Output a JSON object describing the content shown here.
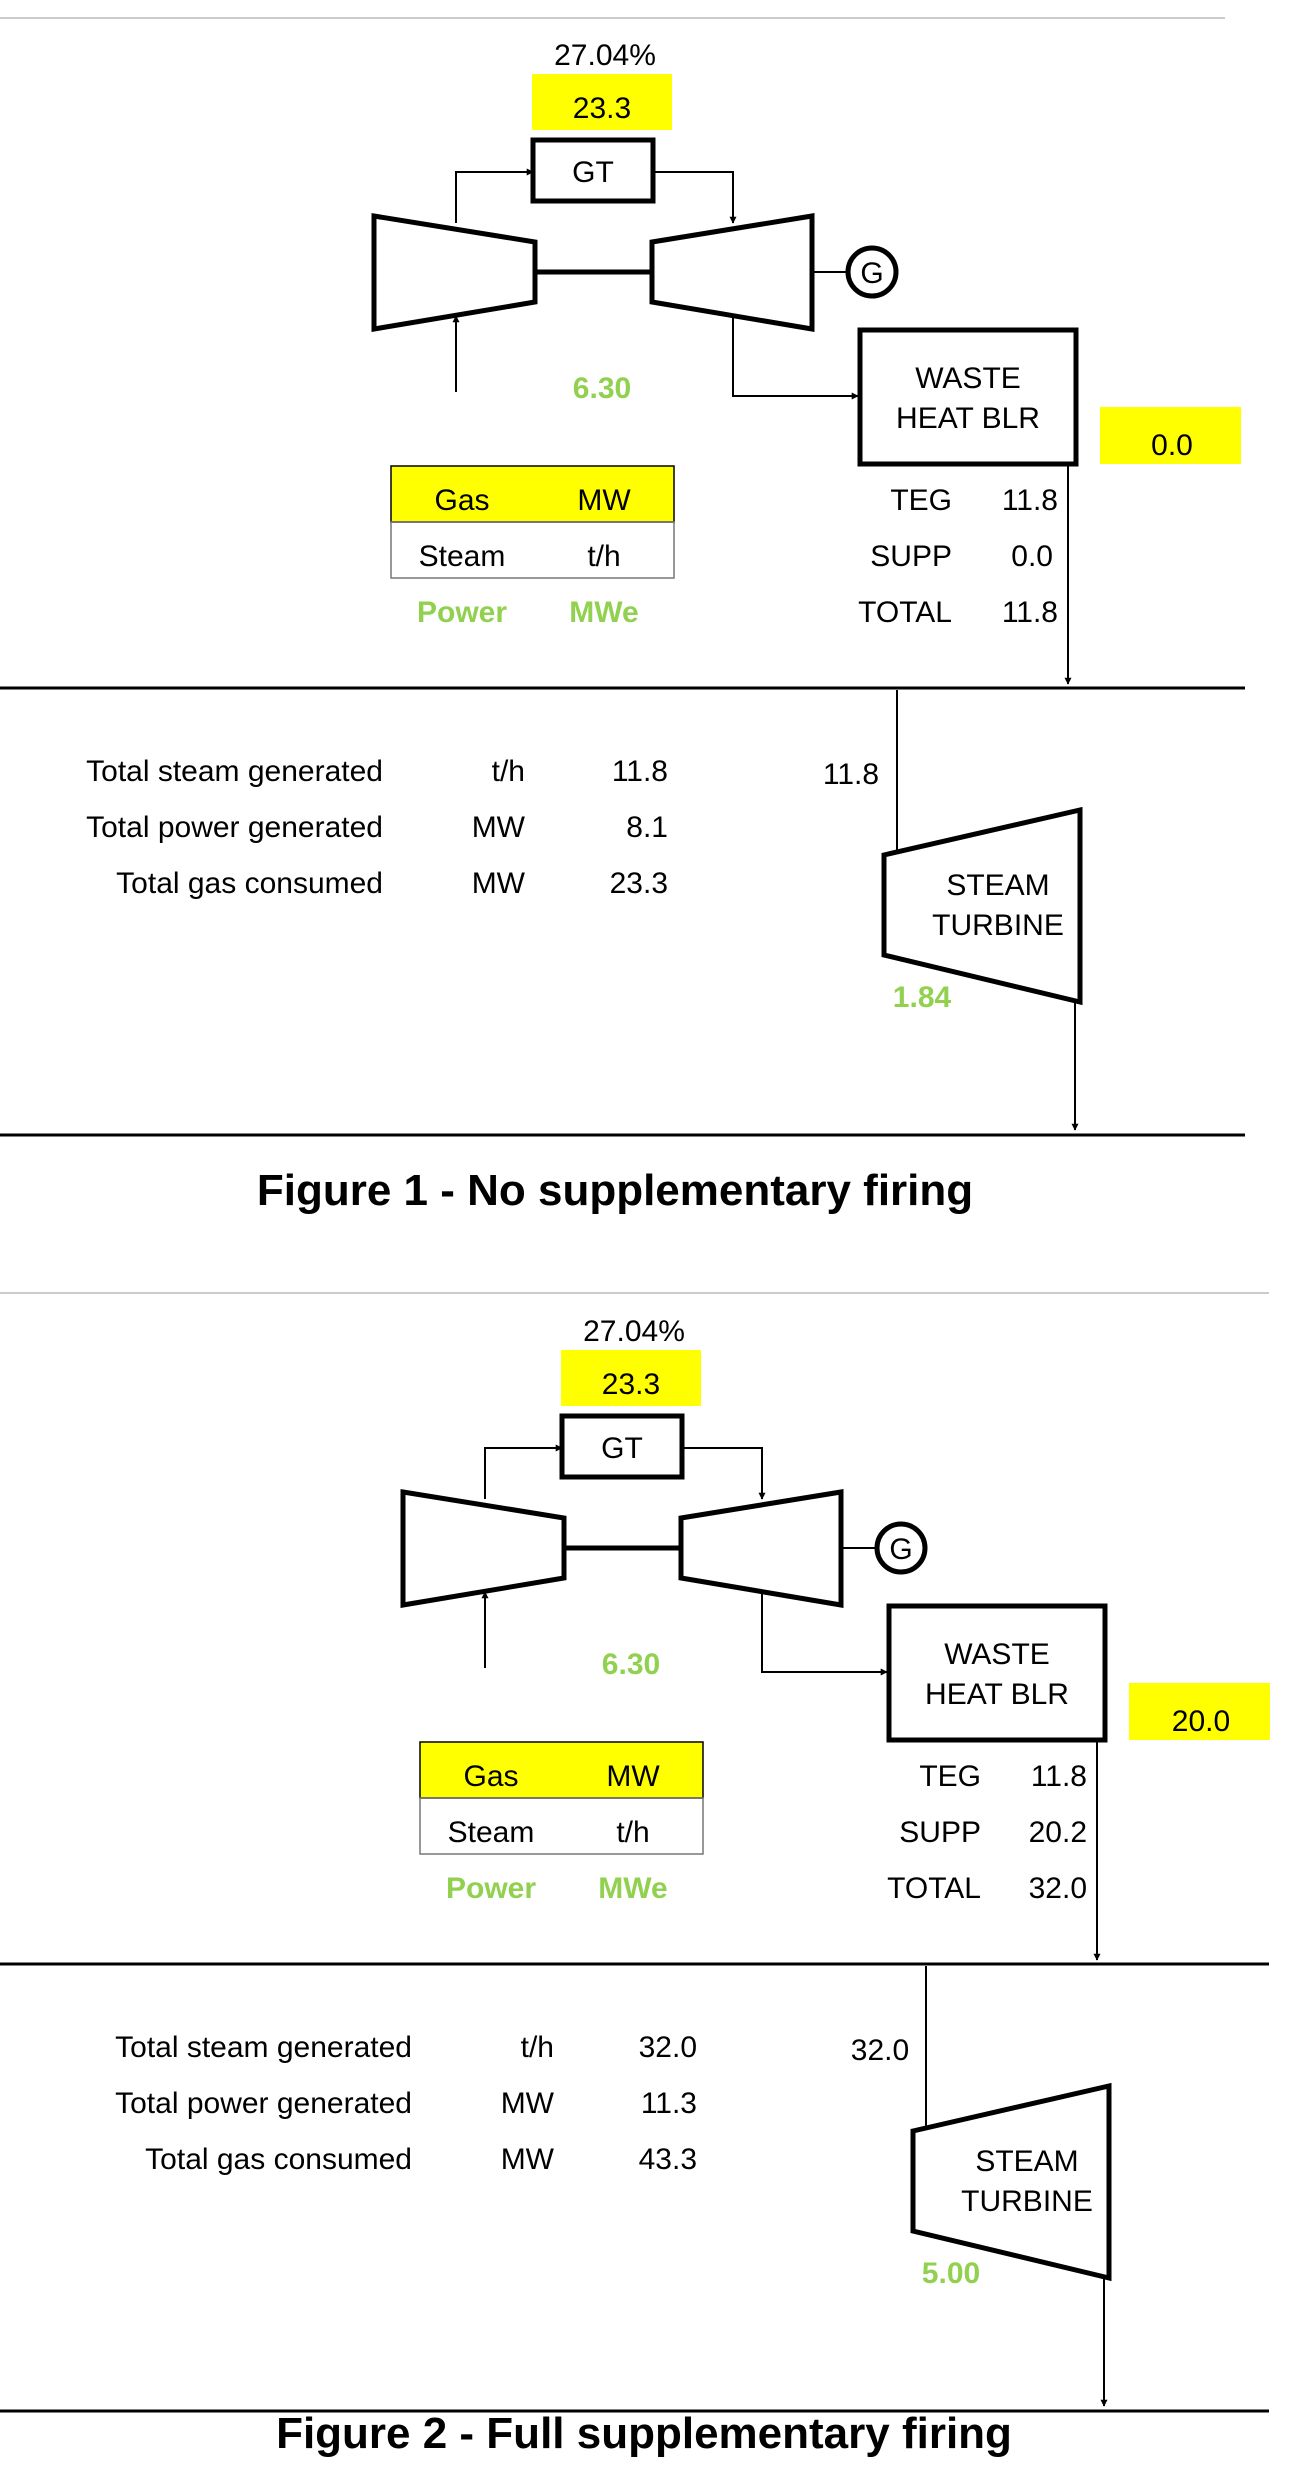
{
  "colors": {
    "highlight": "#ffff00",
    "power_green": "#92d050",
    "line": "#000000"
  },
  "figures": [
    {
      "caption": "Figure 1 - No supplementary firing",
      "efficiency": "27.04%",
      "gt_gas": "23.3",
      "gt_label": "GT",
      "generator_label": "G",
      "gt_power": "6.30",
      "whb_label_1": "WASTE",
      "whb_label_2": "HEAT BLR",
      "supp_gas": "0.0",
      "legend": {
        "gas": "Gas",
        "gas_unit": "MW",
        "steam": "Steam",
        "steam_unit": "t/h",
        "power": "Power",
        "power_unit": "MWe"
      },
      "boiler_rows": [
        {
          "label": "TEG",
          "value": "11.8"
        },
        {
          "label": "SUPP",
          "value": "0.0"
        },
        {
          "label": "TOTAL",
          "value": "11.8"
        }
      ],
      "steam_flow": "11.8",
      "st_label_1": "STEAM",
      "st_label_2": "TURBINE",
      "st_power": "1.84",
      "summary": [
        {
          "label": "Total steam generated",
          "unit": "t/h",
          "value": "11.8"
        },
        {
          "label": "Total power generated",
          "unit": "MW",
          "value": "8.1"
        },
        {
          "label": "Total gas consumed",
          "unit": "MW",
          "value": "23.3"
        }
      ]
    },
    {
      "caption": "Figure 2 - Full supplementary firing",
      "efficiency": "27.04%",
      "gt_gas": "23.3",
      "gt_label": "GT",
      "generator_label": "G",
      "gt_power": "6.30",
      "whb_label_1": "WASTE",
      "whb_label_2": "HEAT BLR",
      "supp_gas": "20.0",
      "legend": {
        "gas": "Gas",
        "gas_unit": "MW",
        "steam": "Steam",
        "steam_unit": "t/h",
        "power": "Power",
        "power_unit": "MWe"
      },
      "boiler_rows": [
        {
          "label": "TEG",
          "value": "11.8"
        },
        {
          "label": "SUPP",
          "value": "20.2"
        },
        {
          "label": "TOTAL",
          "value": "32.0"
        }
      ],
      "steam_flow": "32.0",
      "st_label_1": "STEAM",
      "st_label_2": "TURBINE",
      "st_power": "5.00",
      "summary": [
        {
          "label": "Total steam generated",
          "unit": "t/h",
          "value": "32.0"
        },
        {
          "label": "Total power generated",
          "unit": "MW",
          "value": "11.3"
        },
        {
          "label": "Total gas consumed",
          "unit": "MW",
          "value": "43.3"
        }
      ]
    }
  ]
}
